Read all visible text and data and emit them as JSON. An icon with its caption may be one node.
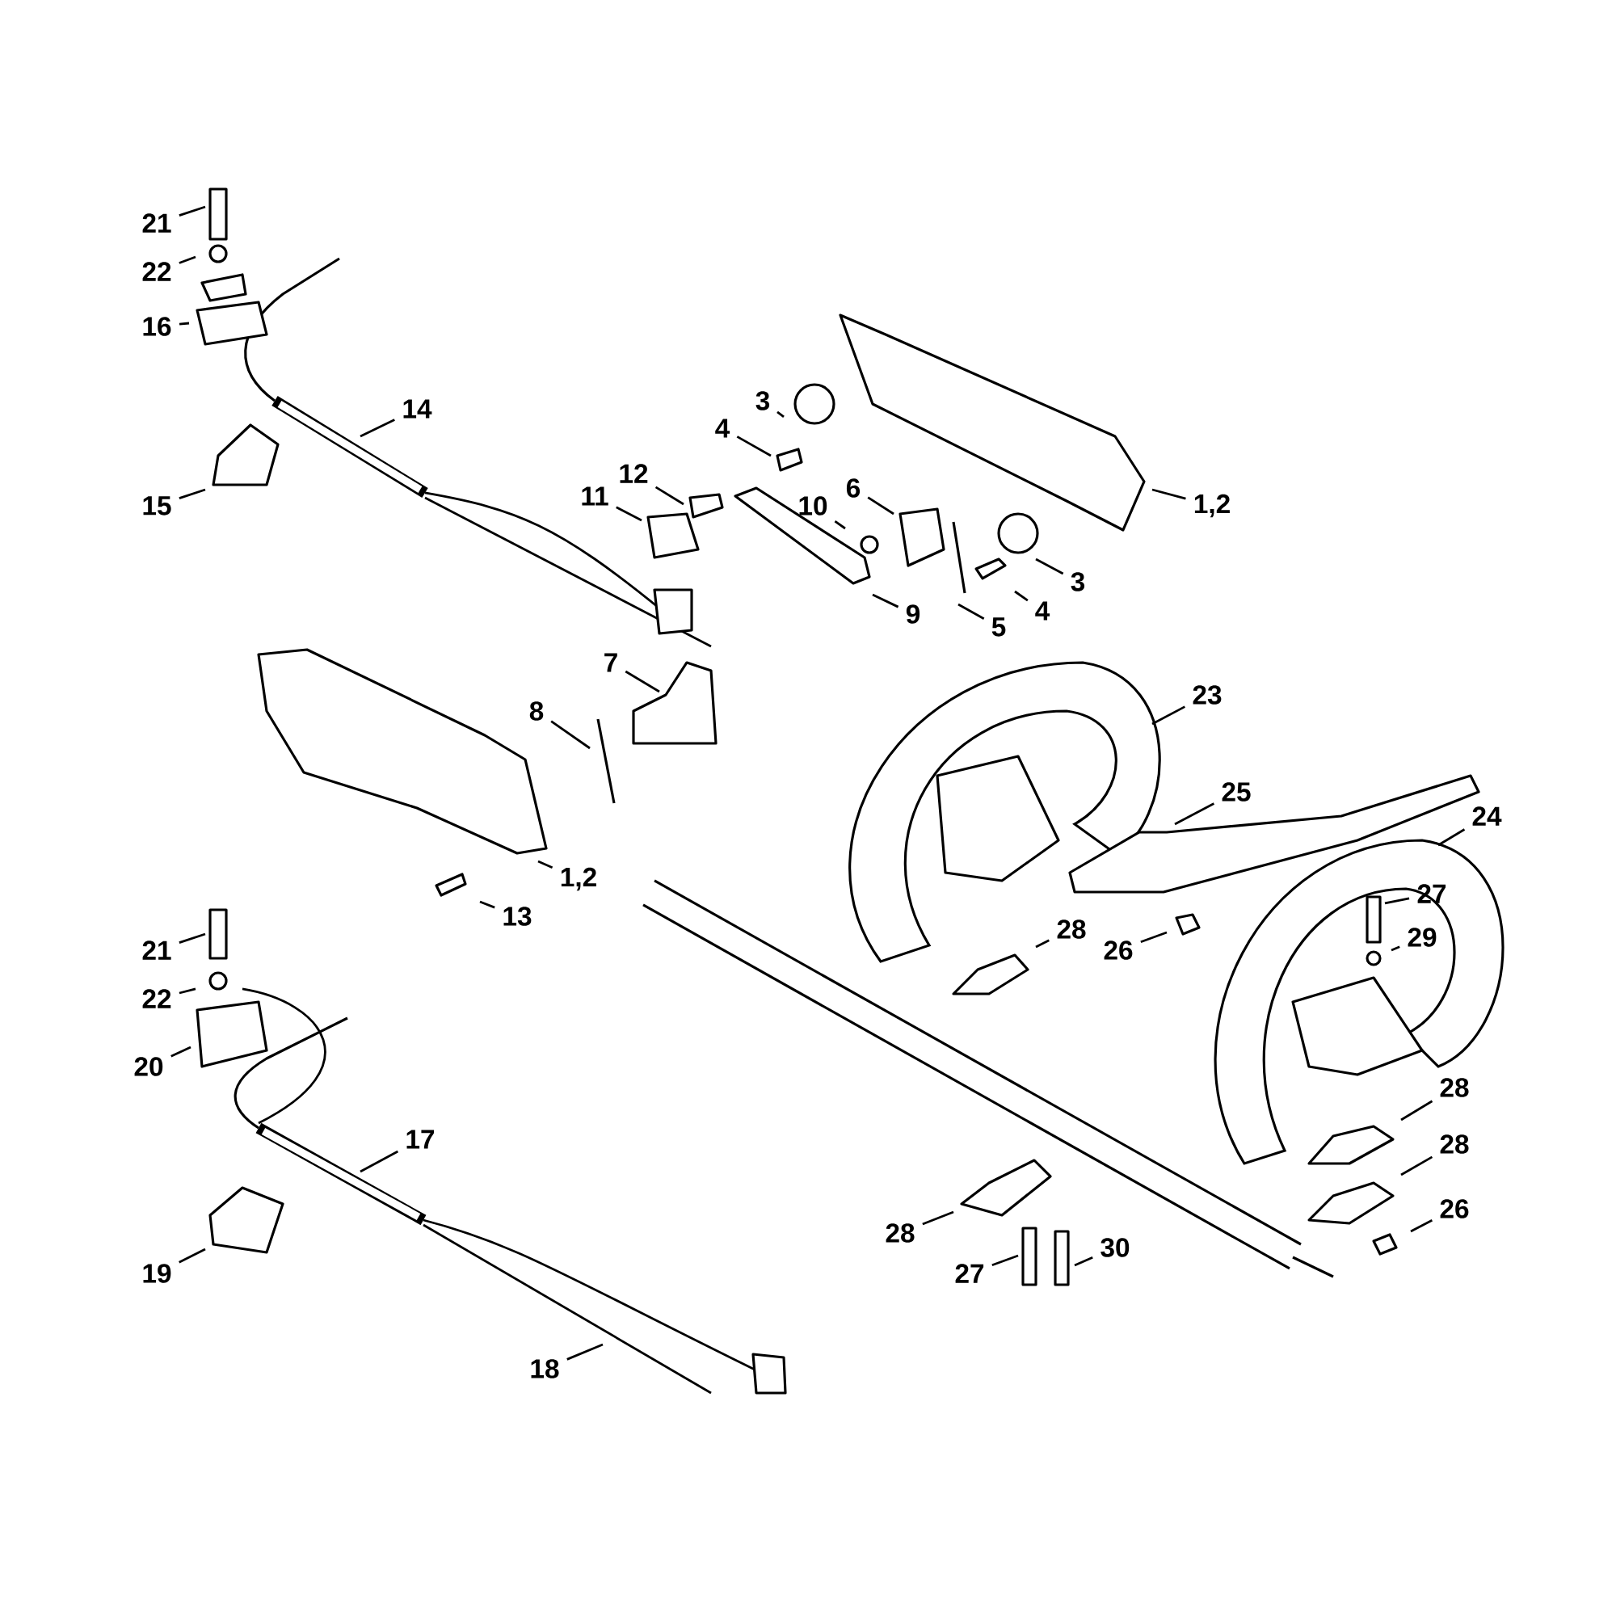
{
  "diagram": {
    "nodes": [
      {
        "text": [
          "21"
        ]
      },
      {
        "text": [
          "22"
        ]
      },
      {
        "text": [
          "16"
        ]
      },
      {
        "text": [
          "14"
        ]
      },
      {
        "text": [
          "15"
        ]
      },
      {
        "text": [
          "3"
        ]
      },
      {
        "text": [
          "4"
        ]
      },
      {
        "text": [
          "12"
        ]
      },
      {
        "text": [
          "11"
        ]
      },
      {
        "text": [
          "10"
        ]
      },
      {
        "text": [
          "6"
        ]
      },
      {
        "text": [
          "1,2"
        ]
      },
      {
        "text": [
          "3"
        ]
      },
      {
        "text": [
          "4"
        ]
      },
      {
        "text": [
          "9"
        ]
      },
      {
        "text": [
          "5"
        ]
      },
      {
        "text": [
          "7"
        ]
      },
      {
        "text": [
          "8"
        ]
      },
      {
        "text": [
          "23"
        ]
      },
      {
        "text": [
          "25"
        ]
      },
      {
        "text": [
          "24"
        ]
      },
      {
        "text": [
          "1,2"
        ]
      },
      {
        "text": [
          "13"
        ]
      },
      {
        "text": [
          "21"
        ]
      },
      {
        "text": [
          "27"
        ]
      },
      {
        "text": [
          "29"
        ]
      },
      {
        "text": [
          "28"
        ]
      },
      {
        "text": [
          "26"
        ]
      },
      {
        "text": [
          "22"
        ]
      },
      {
        "text": [
          "20"
        ]
      },
      {
        "text": [
          "28"
        ]
      },
      {
        "text": [
          "17"
        ]
      },
      {
        "text": [
          "28"
        ]
      },
      {
        "text": [
          "26"
        ]
      },
      {
        "text": [
          "28"
        ]
      },
      {
        "text": [
          "30"
        ]
      },
      {
        "text": [
          "27"
        ]
      },
      {
        "text": [
          "19"
        ]
      },
      {
        "text": [
          "18"
        ]
      }
    ],
    "edges": [
      {
        "from": 0,
        "to": null,
        "arrow": "none"
      },
      {
        "from": 1,
        "to": null,
        "arrow": "none"
      },
      {
        "from": 2,
        "to": null,
        "arrow": "none"
      },
      {
        "from": 3,
        "to": null,
        "arrow": "none"
      },
      {
        "from": 4,
        "to": null,
        "arrow": "none"
      },
      {
        "from": 5,
        "to": null,
        "arrow": "none"
      },
      {
        "from": 6,
        "to": null,
        "arrow": "none"
      },
      {
        "from": 7,
        "to": null,
        "arrow": "none"
      },
      {
        "from": 8,
        "to": null,
        "arrow": "none"
      },
      {
        "from": 9,
        "to": null,
        "arrow": "none"
      },
      {
        "from": 10,
        "to": null,
        "arrow": "none"
      },
      {
        "from": 11,
        "to": null,
        "arrow": "none"
      },
      {
        "from": 12,
        "to": null,
        "arrow": "none"
      },
      {
        "from": 13,
        "to": null,
        "arrow": "none"
      },
      {
        "from": 14,
        "to": null,
        "arrow": "none"
      },
      {
        "from": 15,
        "to": null,
        "arrow": "none"
      },
      {
        "from": 16,
        "to": null,
        "arrow": "none"
      },
      {
        "from": 17,
        "to": null,
        "arrow": "none"
      },
      {
        "from": 18,
        "to": null,
        "arrow": "none"
      },
      {
        "from": 19,
        "to": null,
        "arrow": "none"
      },
      {
        "from": 20,
        "to": null,
        "arrow": "none"
      },
      {
        "from": 21,
        "to": null,
        "arrow": "none"
      },
      {
        "from": 22,
        "to": null,
        "arrow": "none"
      },
      {
        "from": 23,
        "to": null,
        "arrow": "none"
      },
      {
        "from": 24,
        "to": null,
        "arrow": "none"
      },
      {
        "from": 25,
        "to": null,
        "arrow": "none"
      },
      {
        "from": 26,
        "to": null,
        "arrow": "none"
      },
      {
        "from": 27,
        "to": null,
        "arrow": "none"
      },
      {
        "from": 28,
        "to": null,
        "arrow": "none"
      },
      {
        "from": 29,
        "to": null,
        "arrow": "none"
      },
      {
        "from": 30,
        "to": null,
        "arrow": "none"
      },
      {
        "from": 31,
        "to": null,
        "arrow": "none"
      },
      {
        "from": 32,
        "to": null,
        "arrow": "none"
      },
      {
        "from": 33,
        "to": null,
        "arrow": "none"
      },
      {
        "from": 34,
        "to": null,
        "arrow": "none"
      },
      {
        "from": 35,
        "to": null,
        "arrow": "none"
      },
      {
        "from": 36,
        "to": null,
        "arrow": "none"
      },
      {
        "from": 37,
        "to": null,
        "arrow": "none"
      },
      {
        "from": 38,
        "to": null,
        "arrow": "none"
      }
    ]
  }
}
